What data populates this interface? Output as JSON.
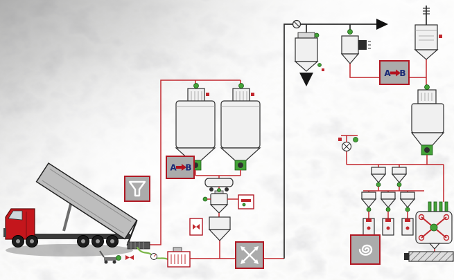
{
  "diagram": {
    "type": "pneumatic-conveying-plant-schematic",
    "colors": {
      "line_red": "#c1272d",
      "dark_line": "#2b2b2b",
      "valve_green": "#44a338",
      "icon_box_fill": "#ababab",
      "icon_box_border": "#b01823",
      "label_blue": "#1a2a75",
      "truck_red": "#c4161c",
      "equipment_fill": "#f0f0f0",
      "equipment_outline": "#2f2f2f",
      "background": "#e9e9e6"
    },
    "labels": {
      "diverter_left": {
        "a": "A",
        "b": "B"
      },
      "diverter_right": {
        "a": "A",
        "b": "B"
      }
    },
    "icons": [
      {
        "id": "funnel-icon",
        "meaning": "truck unloading intake hopper"
      },
      {
        "id": "right-arrow-icon",
        "meaning": "conveying from A to B",
        "glyph": "➡"
      },
      {
        "id": "crossed-arrows-icon",
        "meaning": "mixing / distribution"
      },
      {
        "id": "spiral-icon",
        "meaning": "flexible screw conveying"
      }
    ]
  }
}
